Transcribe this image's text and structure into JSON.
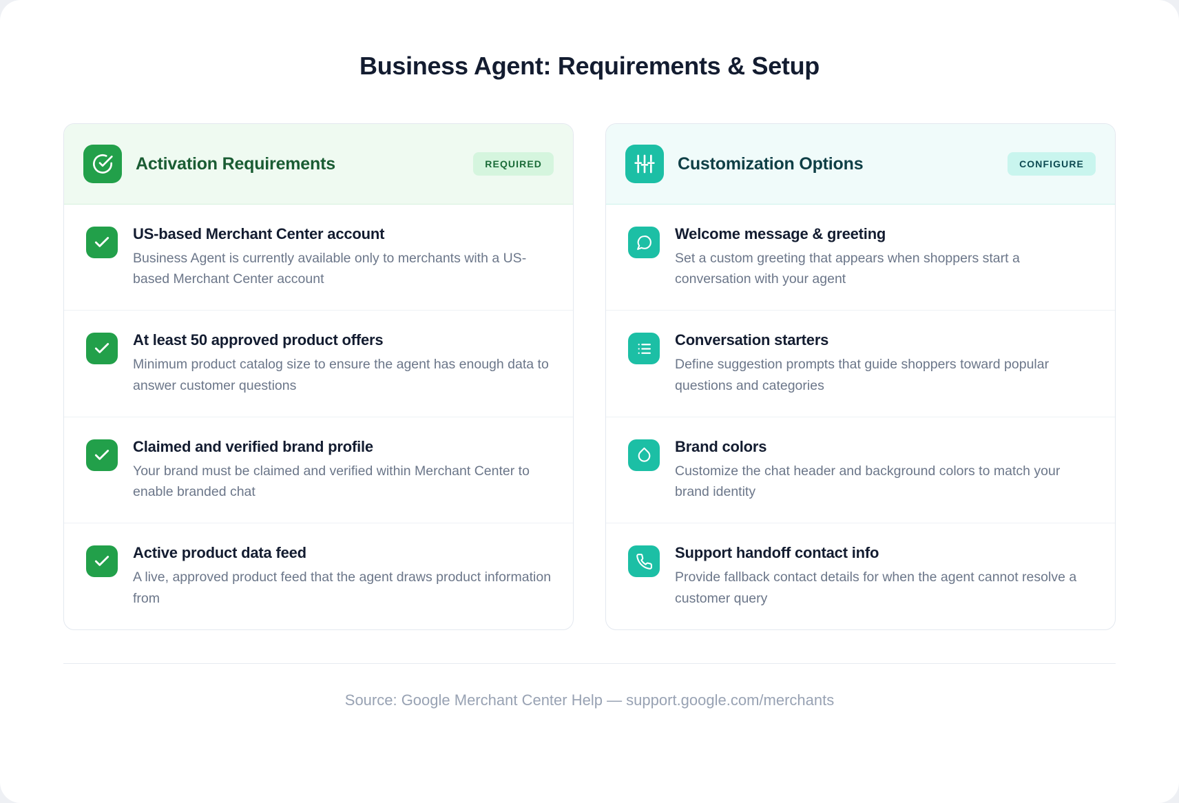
{
  "page": {
    "title": "Business Agent: Requirements & Setup",
    "source": "Source: Google Merchant Center Help — support.google.com/merchants"
  },
  "colors": {
    "green_accent": "#22a04a",
    "teal_accent": "#1cbfa5",
    "green_header_bg": "#effaf1",
    "teal_header_bg": "#f0fbfa",
    "title_text": "#131c30",
    "body_text": "#6b7689",
    "source_text": "#98a2b3"
  },
  "cards": [
    {
      "id": "activation-requirements",
      "theme": "green",
      "icon": "circle-check-icon",
      "title": "Activation Requirements",
      "badge": "REQUIRED",
      "items": [
        {
          "icon": "check-icon",
          "title": "US-based Merchant Center account",
          "desc": "Business Agent is currently available only to merchants with a US-based Merchant Center account"
        },
        {
          "icon": "check-icon",
          "title": "At least 50 approved product offers",
          "desc": "Minimum product catalog size to ensure the agent has enough data to answer customer questions"
        },
        {
          "icon": "check-icon",
          "title": "Claimed and verified brand profile",
          "desc": "Your brand must be claimed and verified within Merchant Center to enable branded chat"
        },
        {
          "icon": "check-icon",
          "title": "Active product data feed",
          "desc": "A live, approved product feed that the agent draws product information from"
        }
      ]
    },
    {
      "id": "customization-options",
      "theme": "teal",
      "icon": "sliders-icon",
      "title": "Customization Options",
      "badge": "CONFIGURE",
      "items": [
        {
          "icon": "chat-bubble-icon",
          "title": "Welcome message & greeting",
          "desc": "Set a custom greeting that appears when shoppers start a conversation with your agent"
        },
        {
          "icon": "list-icon",
          "title": "Conversation starters",
          "desc": "Define suggestion prompts that guide shoppers toward popular questions and categories"
        },
        {
          "icon": "droplet-icon",
          "title": "Brand colors",
          "desc": "Customize the chat header and background colors to match your brand identity"
        },
        {
          "icon": "phone-icon",
          "title": "Support handoff contact info",
          "desc": "Provide fallback contact details for when the agent cannot resolve a customer query"
        }
      ]
    }
  ]
}
